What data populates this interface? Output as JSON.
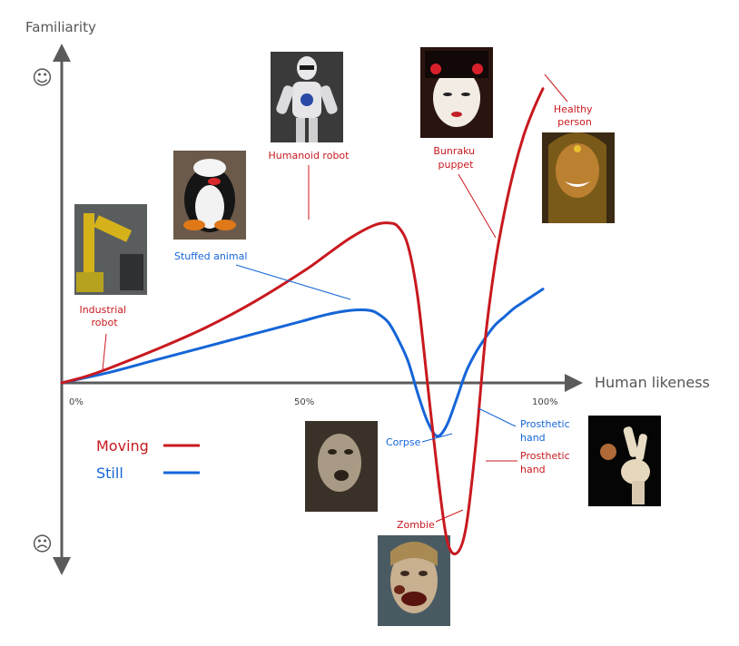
{
  "chart_data": {
    "type": "line",
    "xlabel": "Human likeness",
    "ylabel": "Familiarity",
    "x_ticks": [
      "0%",
      "50%",
      "100%"
    ],
    "xlim": [
      0,
      100
    ],
    "ylim": [
      -100,
      100
    ],
    "axis_icons": {
      "top": "smiley-face-icon",
      "bottom": "frowning-face-icon",
      "top_glyph": "☺",
      "bottom_glyph": "☹"
    },
    "legend": {
      "placement": "bottom-left",
      "entries": [
        {
          "label": "Moving",
          "color": "#c8191f"
        },
        {
          "label": "Still",
          "color": "#1565d8"
        }
      ]
    },
    "series": [
      {
        "name": "Moving",
        "color": "#c8191f",
        "x": [
          0,
          5,
          10,
          20,
          30,
          40,
          50,
          55,
          60,
          65,
          68,
          70,
          72,
          74,
          76,
          78,
          80,
          82,
          84,
          86,
          88,
          90,
          92,
          94,
          96,
          98,
          100
        ],
        "y": [
          0,
          3,
          7,
          16,
          26,
          38,
          52,
          60,
          68,
          74,
          75,
          73,
          64,
          40,
          0,
          -40,
          -73,
          -80,
          -68,
          -30,
          20,
          55,
          80,
          100,
          116,
          128,
          138
        ]
      },
      {
        "name": "Still",
        "color": "#1565d8",
        "x": [
          0,
          10,
          20,
          30,
          40,
          50,
          55,
          60,
          64,
          66,
          68,
          70,
          72,
          74,
          76,
          78,
          80,
          82,
          84,
          86,
          88,
          90,
          92,
          94,
          96,
          98,
          100
        ],
        "y": [
          0,
          5,
          11,
          17,
          23,
          29,
          32,
          34,
          34,
          32,
          28,
          20,
          10,
          -5,
          -18,
          -25,
          -20,
          -8,
          5,
          14,
          21,
          27,
          31,
          35,
          38,
          41,
          44
        ]
      }
    ],
    "annotations": [
      {
        "text": [
          "Industrial",
          "robot"
        ],
        "color": "#c8191f"
      },
      {
        "text": [
          "Stuffed animal"
        ],
        "color": "#1565d8"
      },
      {
        "text": [
          "Humanoid robot"
        ],
        "color": "#c8191f"
      },
      {
        "text": [
          "Bunraku",
          "puppet"
        ],
        "color": "#c8191f"
      },
      {
        "text": [
          "Healthy",
          "person"
        ],
        "color": "#c8191f"
      },
      {
        "text": [
          "Corpse"
        ],
        "color": "#1565d8"
      },
      {
        "text": [
          "Prosthetic",
          "hand"
        ],
        "color": "#1565d8"
      },
      {
        "text": [
          "Prosthetic",
          "hand"
        ],
        "color": "#c8191f"
      },
      {
        "text": [
          "Zombie"
        ],
        "color": "#c8191f"
      }
    ]
  }
}
